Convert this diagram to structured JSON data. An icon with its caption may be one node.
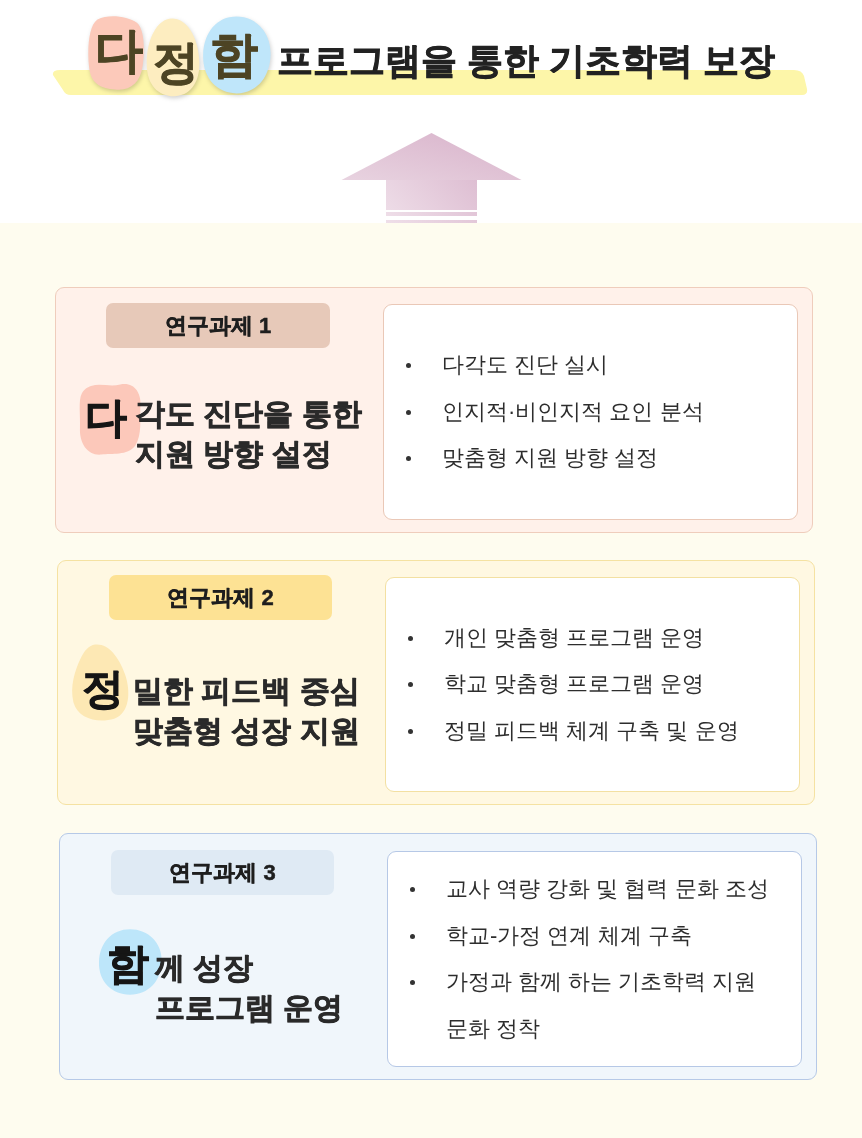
{
  "diagram": {
    "nodes": [
      {
        "text": [
          "프로그램을 통한 기초학력 보장"
        ]
      },
      {
        "text": [
          "다"
        ]
      },
      {
        "text": [
          "정"
        ]
      },
      {
        "text": [
          "함"
        ]
      },
      {
        "text": [],
        "shape": "box"
      },
      {
        "text": [
          "각도 진단을 통한 지원 방향 설정"
        ],
        "in": 4
      },
      {
        "text": [
          "연구과제 1"
        ],
        "in": 5
      },
      {
        "text": [
          "다"
        ],
        "in": 5
      },
      {
        "text": [
          "다각도 진단 실시",
          "인지적·비인지적 요인 분석",
          "맞춤형 지원 방향 설정"
        ],
        "in": 5
      },
      {
        "text": [
          "밀한 피드백 중심 맞춤형 성장 지원"
        ],
        "in": 4
      },
      {
        "text": [
          "연구과제 2"
        ],
        "in": 9
      },
      {
        "text": [
          "정"
        ],
        "in": 9
      },
      {
        "text": [
          "개인 맞춤형 프로그램 운영",
          "학교 맞춤형 프로그램 운영",
          "정밀 피드백 체계 구축 및 운영"
        ],
        "in": 9
      },
      {
        "text": [
          "께 성장 프로그램 운영"
        ],
        "in": 4
      },
      {
        "text": [
          "연구과제 3"
        ],
        "in": 13
      },
      {
        "text": [
          "함"
        ],
        "in": 13
      },
      {
        "text": [
          "교사 역량 강화 및 협력 문화 조성",
          "학교-가정 연계 체계 구축",
          "가정과 함께 하는 기초학력 지원 문화 정착"
        ],
        "in": 13
      }
    ],
    "edges": [
      {
        "from": 4,
        "to": 0,
        "arrow": "to",
        "style": "thick"
      }
    ]
  }
}
